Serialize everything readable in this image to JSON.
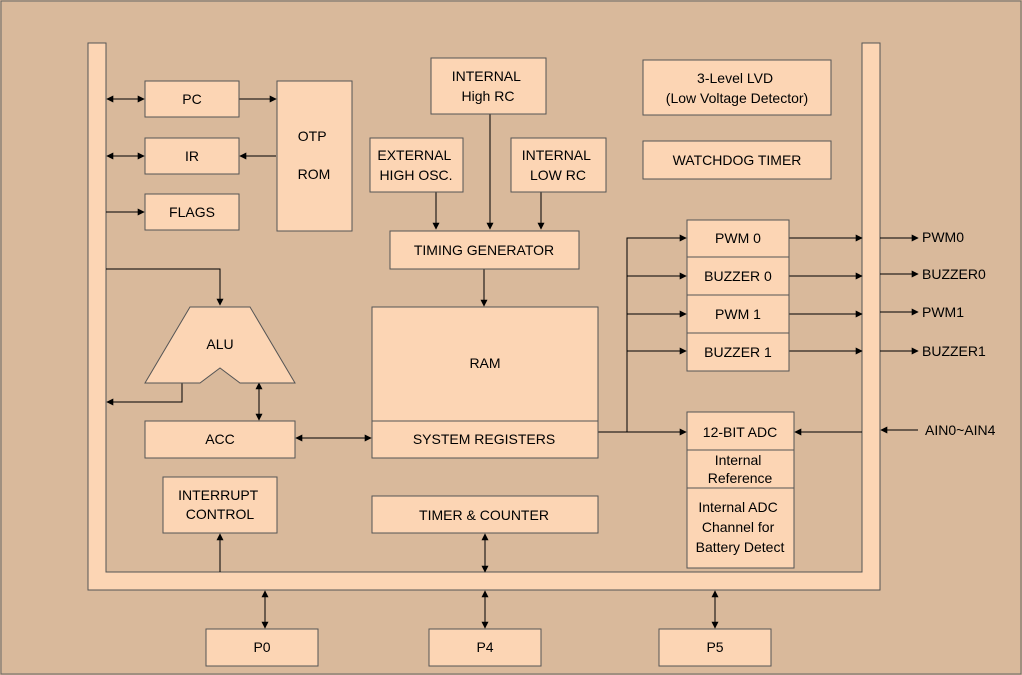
{
  "blocks": {
    "pc": [
      "PC"
    ],
    "ir": [
      "IR"
    ],
    "flags": [
      "FLAGS"
    ],
    "otp_rom": [
      "OTP",
      "ROM"
    ],
    "internal_high_rc": [
      "INTERNAL",
      "High RC"
    ],
    "external_high_osc": [
      "EXTERNAL",
      "HIGH OSC."
    ],
    "internal_low_rc": [
      "INTERNAL",
      "LOW RC"
    ],
    "lvd": [
      "3-Level LVD",
      "(Low Voltage Detector)"
    ],
    "watchdog_timer": [
      "WATCHDOG TIMER"
    ],
    "timing_generator": [
      "TIMING GENERATOR"
    ],
    "alu": [
      "ALU"
    ],
    "ram": [
      "RAM"
    ],
    "system_registers": [
      "SYSTEM REGISTERS"
    ],
    "acc": [
      "ACC"
    ],
    "pwm0": [
      "PWM 0"
    ],
    "buzzer0": [
      "BUZZER 0"
    ],
    "pwm1": [
      "PWM 1"
    ],
    "buzzer1": [
      "BUZZER 1"
    ],
    "adc": [
      "12-BIT ADC"
    ],
    "internal_reference": [
      "Internal",
      "Reference"
    ],
    "adc_channel": [
      "Internal ADC",
      "Channel for",
      "Battery Detect"
    ],
    "interrupt_control": [
      "INTERRUPT",
      "CONTROL"
    ],
    "timer_counter": [
      "TIMER & COUNTER"
    ],
    "p0": [
      "P0"
    ],
    "p4": [
      "P4"
    ],
    "p5": [
      "P5"
    ]
  },
  "external_signals": {
    "pwm0": "PWM0",
    "buzzer0": "BUZZER0",
    "pwm1": "PWM1",
    "buzzer1": "BUZZER1",
    "ain": "AIN0~AIN4"
  }
}
